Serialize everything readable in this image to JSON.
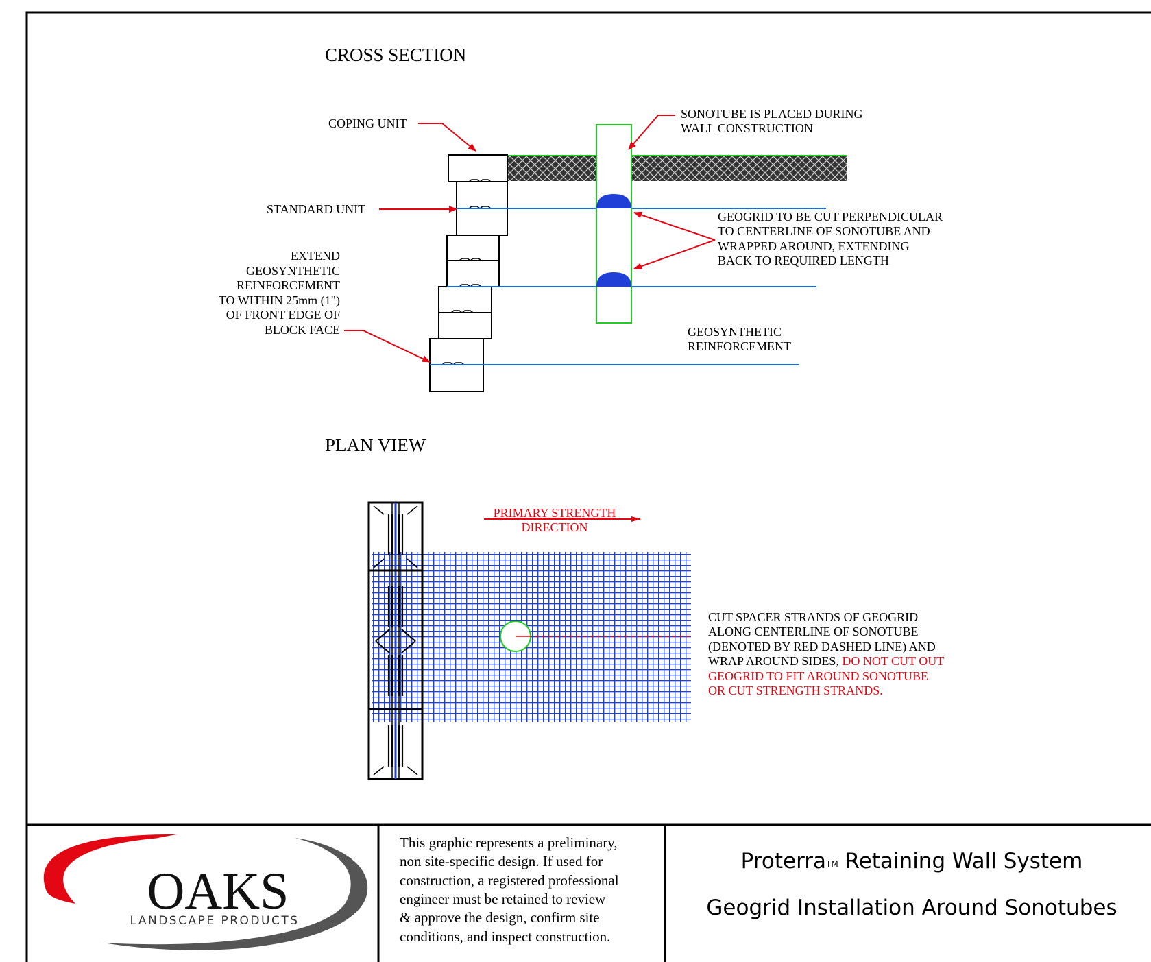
{
  "cross_section": {
    "heading": "CROSS SECTION",
    "labels": {
      "coping_unit": "COPING UNIT",
      "standard_unit": "STANDARD UNIT",
      "extend": [
        "EXTEND",
        "GEOSYNTHETIC",
        "REINFORCEMENT",
        "TO WITHIN 25mm (1\")",
        "OF FRONT EDGE OF",
        "BLOCK FACE"
      ],
      "sonotube": [
        "SONOTUBE IS PLACED DURING",
        "WALL CONSTRUCTION"
      ],
      "geogrid_cut": [
        "GEOGRID TO BE CUT PERPENDICULAR",
        "TO CENTERLINE OF SONOTUBE AND",
        "WRAPPED AROUND, EXTENDING",
        "BACK TO REQUIRED LENGTH"
      ],
      "geosynthetic": [
        "GEOSYNTHETIC",
        "REINFORCEMENT"
      ]
    }
  },
  "plan_view": {
    "heading": "PLAN VIEW",
    "primary_strength": [
      "PRIMARY STRENGTH",
      "DIRECTION"
    ],
    "note_black": [
      "CUT SPACER STRANDS OF GEOGRID",
      "ALONG CENTERLINE OF SONOTUBE",
      "(DENOTED BY RED DASHED LINE) AND",
      "WRAP AROUND SIDES, "
    ],
    "note_red_inline": "DO NOT CUT OUT",
    "note_red": [
      "GEOGRID TO FIT AROUND SONOTUBE",
      "OR CUT STRENGTH STRANDS."
    ]
  },
  "title_block": {
    "logo_main": "OAKS",
    "logo_sub": "LANDSCAPE PRODUCTS",
    "disclaimer": [
      "This graphic represents a preliminary,",
      "non site-specific design.  If used for",
      "construction, a registered professional",
      "engineer must be retained to review",
      "& approve the design, confirm site",
      "conditions, and inspect construction."
    ],
    "title_brand": "Proterra",
    "title_tm": "TM",
    "title_rest": " Retaining Wall System",
    "subtitle": "Geogrid Installation Around Sonotubes"
  },
  "colors": {
    "arrow_red": "#e30613",
    "geogrid_blue": "#0033cc",
    "line_blue": "#1a6fd6",
    "sonotube_green": "#22cc22"
  }
}
